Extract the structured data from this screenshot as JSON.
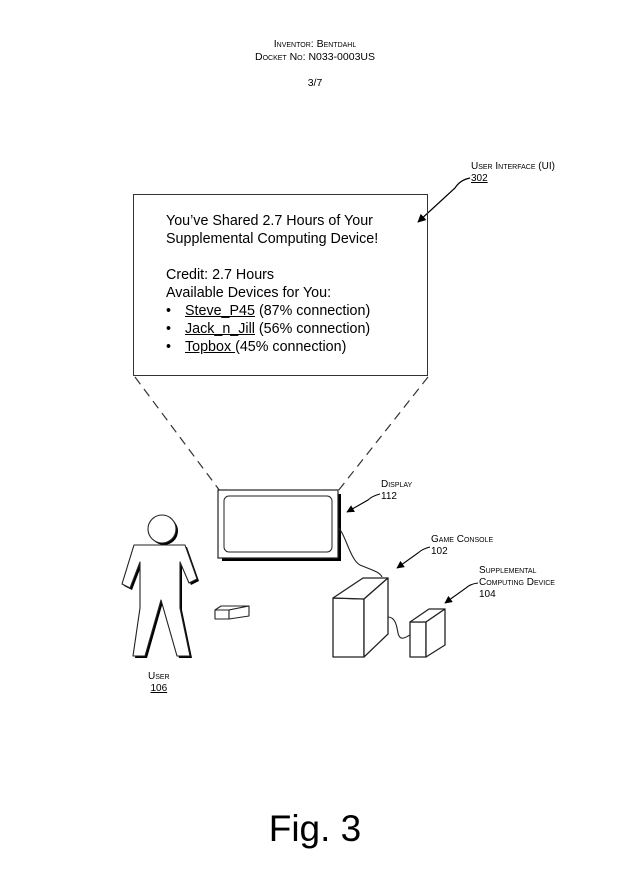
{
  "header": {
    "inventor": "Inventor: Bentdahl",
    "docket": "Docket No: N033-0003US",
    "sheet": "3/7"
  },
  "ui_callout": {
    "label": "User Interface (UI)",
    "ref": "302"
  },
  "ui_screen": {
    "headline_line1": "You’ve Shared 2.7 Hours of Your",
    "headline_line2": "Supplemental Computing Device!",
    "credit": "Credit: 2.7 Hours",
    "devices_heading": "Available Devices for You:",
    "devices": [
      {
        "name": "Steve_P45",
        "connection": "(87% connection)"
      },
      {
        "name": "Jack_n_Jill",
        "connection": "(56% connection)"
      },
      {
        "name": "Topbox ",
        "connection": "(45% connection)"
      }
    ]
  },
  "labels": {
    "display": {
      "label": "Display",
      "ref": "112"
    },
    "game_console": {
      "label": "Game Console",
      "ref": "102"
    },
    "supplemental_line1": "Supplemental",
    "supplemental_line2": "Computing Device",
    "supplemental_ref": "104",
    "user": {
      "label": "User",
      "ref": "106"
    }
  },
  "figure_label": "Fig. 3"
}
